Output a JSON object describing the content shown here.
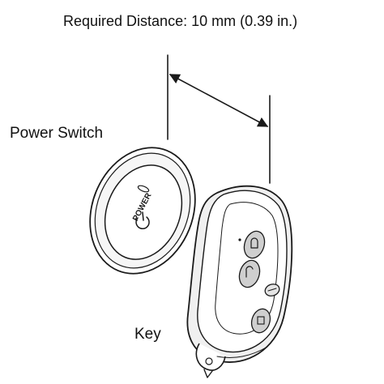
{
  "labels": {
    "distance": "Required Distance: 10 mm (0.39 in.)",
    "power_switch": "Power Switch",
    "key": "Key",
    "power_button_text": "POWER"
  },
  "colors": {
    "ink": "#1a1a1a",
    "background": "#ffffff",
    "fill_light": "#f2f2f2",
    "fill_mid": "#cfcfcf"
  }
}
